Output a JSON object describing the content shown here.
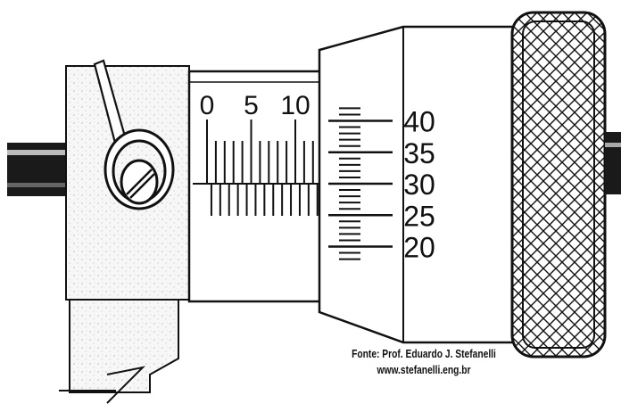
{
  "sleeve_scale": {
    "labels": [
      "0",
      "5",
      "10"
    ],
    "label_values": [
      0,
      5,
      10
    ],
    "upper_ticks": [
      0,
      1,
      2,
      3,
      4,
      5,
      6,
      7,
      8,
      9,
      10,
      11,
      12
    ],
    "lower_ticks": [
      0.5,
      1.5,
      2.5,
      3.5,
      4.5,
      5.5,
      6.5,
      7.5,
      8.5,
      9.5,
      10.5,
      11.5,
      12.5
    ]
  },
  "thimble_scale": {
    "labels": [
      "40",
      "35",
      "30",
      "25",
      "20"
    ],
    "label_values": [
      40,
      35,
      30,
      25,
      20
    ],
    "visible_range": [
      18,
      42
    ],
    "reading_at_line": 30
  },
  "credit": {
    "line1": "Fonte: Prof. Eduardo J. Stefanelli",
    "line2": "www.stefanelli.eng.br"
  },
  "colors": {
    "ink": "#111111",
    "paper": "#ffffff",
    "screen_fill": "#f4f4f4"
  },
  "icons": [
    "lock-lever-icon",
    "lock-nut-icon",
    "knurled-ratchet-icon"
  ]
}
